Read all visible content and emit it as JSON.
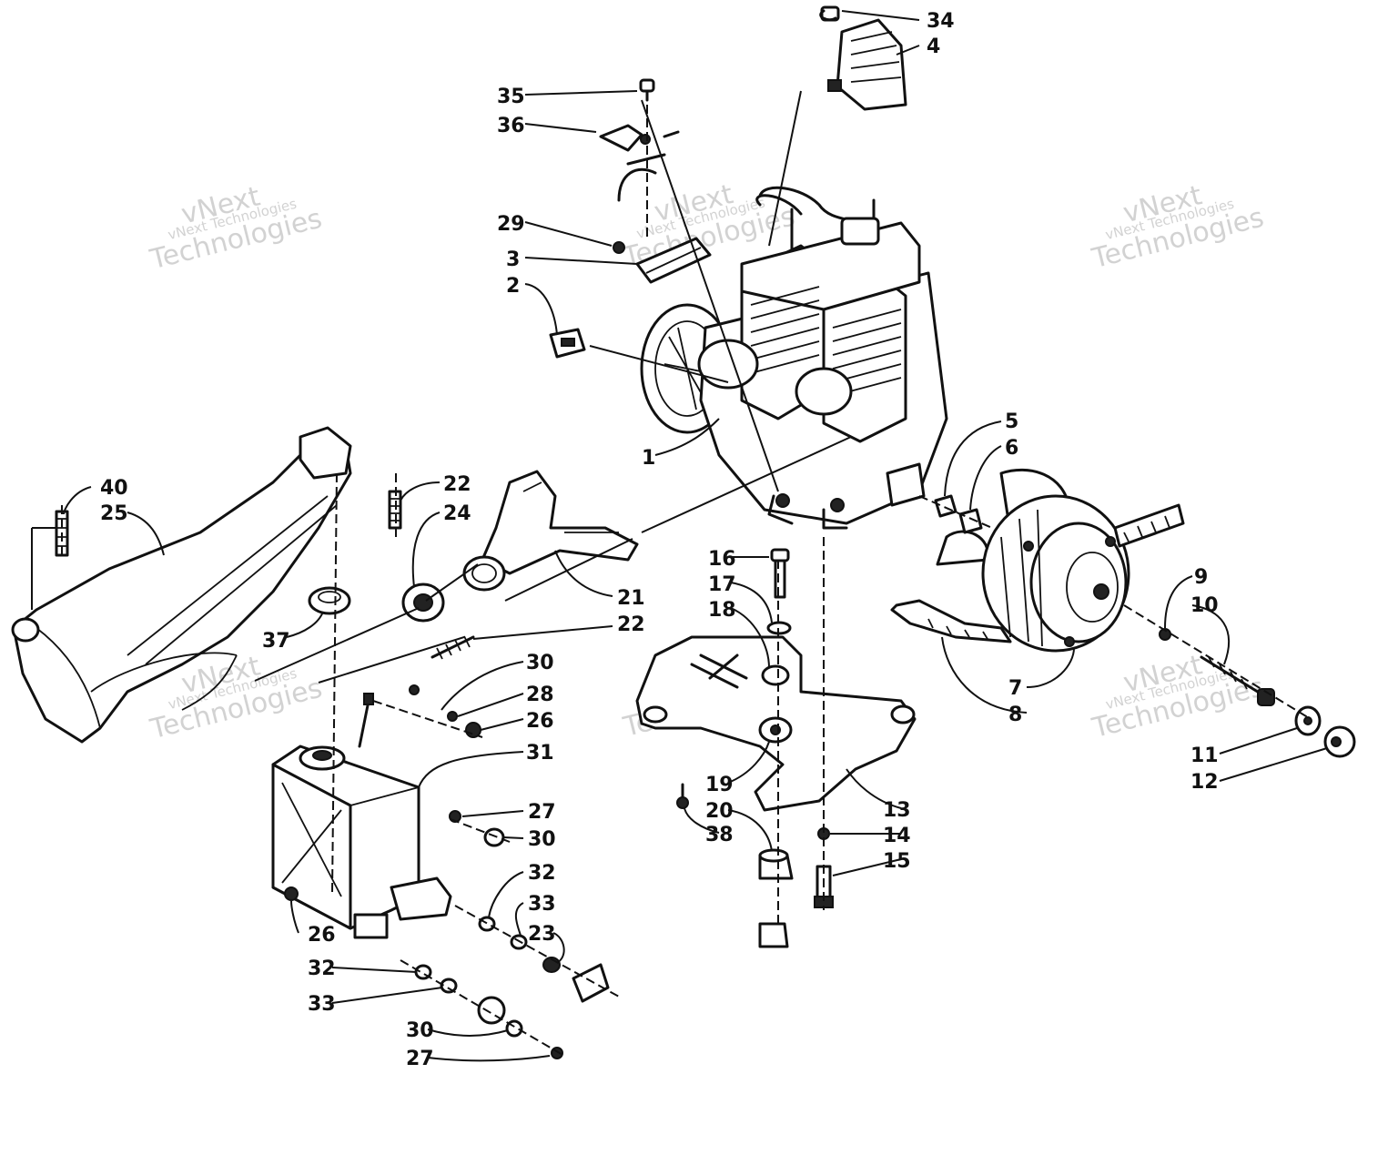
{
  "watermark": {
    "small": "vNext Technologies",
    "big_top": "vNext",
    "big_bottom": "Technologies"
  },
  "callouts": {
    "c1": "1",
    "c2": "2",
    "c3": "3",
    "c4": "4",
    "c5": "5",
    "c6": "6",
    "c7": "7",
    "c8": "8",
    "c9": "9",
    "c10": "10",
    "c11": "11",
    "c12": "12",
    "c13": "13",
    "c14": "14",
    "c15": "15",
    "c16": "16",
    "c17": "17",
    "c18": "18",
    "c19": "19",
    "c20": "20",
    "c21": "21",
    "c22a": "22",
    "c22b": "22",
    "c23": "23",
    "c24": "24",
    "c25": "25",
    "c26a": "26",
    "c26b": "26",
    "c27a": "27",
    "c27b": "27",
    "c28": "28",
    "c29": "29",
    "c30a": "30",
    "c30b": "30",
    "c30c": "30",
    "c31": "31",
    "c32a": "32",
    "c32b": "32",
    "c33a": "33",
    "c33b": "33",
    "c34": "34",
    "c35": "35",
    "c36": "36",
    "c37": "37",
    "c38": "38",
    "c40": "40"
  }
}
